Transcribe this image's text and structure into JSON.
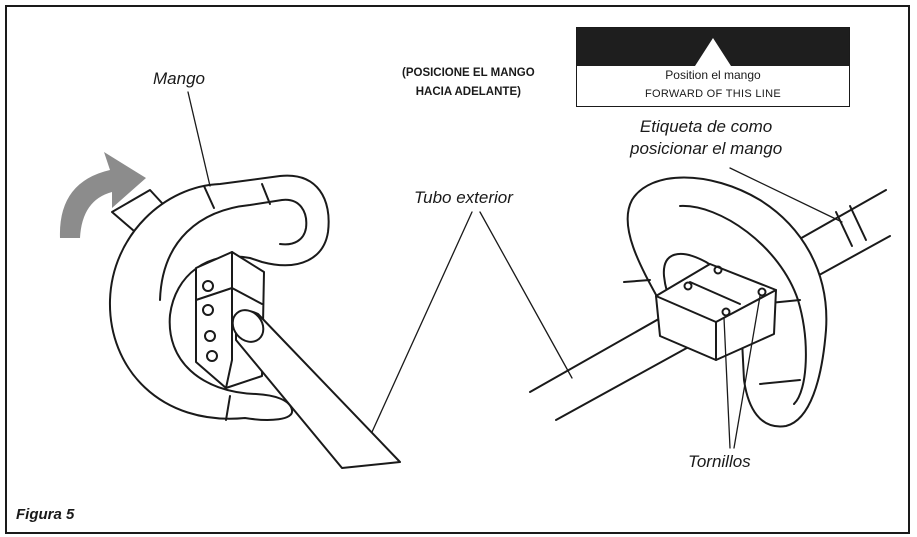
{
  "figure": {
    "caption": "Figura 5"
  },
  "labels": {
    "handle": "Mango",
    "outer_tube": "Tubo exterior",
    "decal_label_line1": "Etiqueta de como",
    "decal_label_line2": "posicionar el mango",
    "screws": "Tornillos",
    "instruction_line1": "(POSICIONE EL MANGO",
    "instruction_line2": "HACIA ADELANTE)"
  },
  "decal": {
    "line1": "Position el mango",
    "line2": "FORWARD OF THIS LINE"
  },
  "colors": {
    "ink": "#1a1a1a",
    "arrow": "#8c8c8c"
  },
  "icons": {
    "rotation_arrow": "curved-arrow-icon",
    "decal_arrow": "triangle-up-icon"
  }
}
